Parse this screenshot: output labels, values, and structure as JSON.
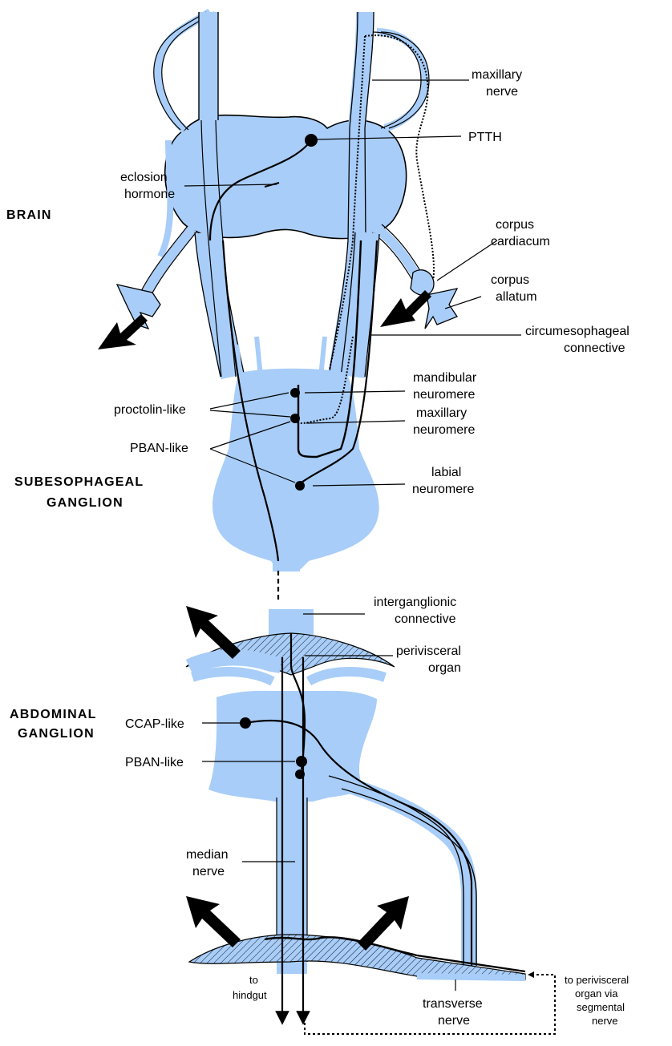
{
  "colors": {
    "tissue": "#a8cdf8",
    "ink": "#000000",
    "background": "#ffffff"
  },
  "sections": {
    "brain": "BRAIN",
    "subesophageal_1": "SUBESOPHAGEAL",
    "subesophageal_2": "GANGLION",
    "abdominal_1": "ABDOMINAL",
    "abdominal_2": "GANGLION"
  },
  "labels": {
    "maxillary_nerve_1": "maxillary",
    "maxillary_nerve_2": "nerve",
    "ptth": "PTTH",
    "eclosion_1": "eclosion",
    "eclosion_2": "hormone",
    "corpus_cardiacum_1": "corpus",
    "corpus_cardiacum_2": "cardiacum",
    "corpus_allatum_1": "corpus",
    "corpus_allatum_2": "allatum",
    "circumesophageal_1": "circumesophageal",
    "circumesophageal_2": "connective",
    "mandibular_1": "mandibular",
    "mandibular_2": "neuromere",
    "maxillary_neuromere_1": "maxillary",
    "maxillary_neuromere_2": "neuromere",
    "proctolin": "proctolin-like",
    "pban_upper": "PBAN-like",
    "labial_1": "labial",
    "labial_2": "neuromere",
    "interganglionic_1": "interganglionic",
    "interganglionic_2": "connective",
    "perivisceral_1": "perivisceral",
    "perivisceral_2": "organ",
    "ccap": "CCAP-like",
    "pban_lower": "PBAN-like",
    "median_1": "median",
    "median_2": "nerve",
    "to_hindgut_1": "to",
    "to_hindgut_2": "hindgut",
    "transverse_1": "transverse",
    "transverse_2": "nerve",
    "segmental_1": "to perivisceral",
    "segmental_2": "organ via",
    "segmental_3": "segmental",
    "segmental_4": "nerve"
  }
}
